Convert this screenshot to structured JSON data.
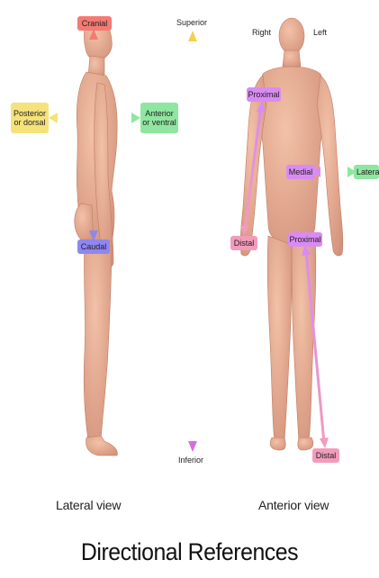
{
  "labels": {
    "cranial": "Cranial",
    "caudal": "Caudal",
    "posterior": "Posterior\nor dorsal",
    "anterior": "Anterior\nor ventral",
    "superior": "Superior",
    "inferior": "Inferior",
    "right": "Right",
    "left": "Left",
    "proximal_arm": "Proximal",
    "distal_arm": "Distal",
    "medial": "Medial",
    "lateral": "Lateral",
    "proximal_leg": "Proximal",
    "distal_leg": "Distal"
  },
  "views": {
    "lateral": "Lateral view",
    "anterior": "Anterior view"
  },
  "title": "Directional References",
  "colors": {
    "skin": "#e8ad90",
    "skin_shadow": "#c98668",
    "red_tag": "#f47a74",
    "blue_tag": "#8f86f0",
    "yellow_tag": "#f6e27a",
    "green_tag": "#8fe6a0",
    "purple_tag": "#d98bf3",
    "pink_tag": "#f39bbb",
    "superior_arrow": "#f3c94a",
    "inferior_arrow": "#d770e0"
  }
}
